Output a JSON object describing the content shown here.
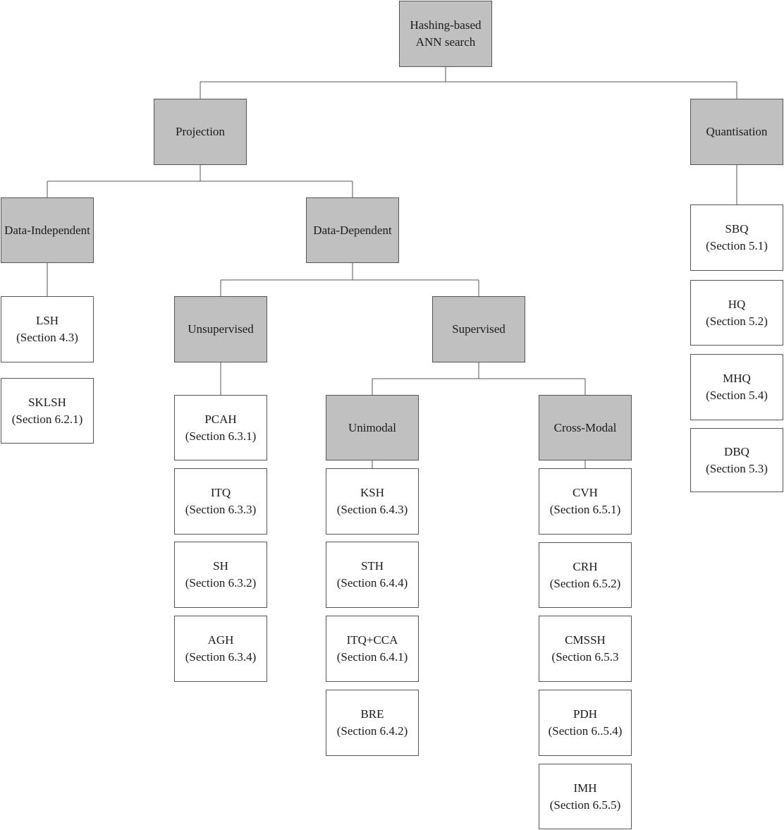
{
  "diagram": {
    "root": {
      "line1": "Hashing-based",
      "line2": "ANN search"
    },
    "branches": {
      "projection": "Projection",
      "quantisation": "Quantisation",
      "data_independent": "Data-Independent",
      "data_dependent": "Data-Dependent",
      "unsupervised": "Unsupervised",
      "supervised": "Supervised",
      "unimodal": "Unimodal",
      "cross_modal": "Cross-Modal"
    },
    "data_independent_methods": [
      {
        "name": "LSH",
        "section": "(Section 4.3)"
      },
      {
        "name": "SKLSH",
        "section": "(Section 6.2.1)"
      }
    ],
    "unsupervised_methods": [
      {
        "name": "PCAH",
        "section": "(Section 6.3.1)"
      },
      {
        "name": "ITQ",
        "section": "(Section 6.3.3)"
      },
      {
        "name": "SH",
        "section": "(Section 6.3.2)"
      },
      {
        "name": "AGH",
        "section": "(Section 6.3.4)"
      }
    ],
    "unimodal_methods": [
      {
        "name": "KSH",
        "section": "(Section 6.4.3)"
      },
      {
        "name": "STH",
        "section": "(Section 6.4.4)"
      },
      {
        "name": "ITQ+CCA",
        "section": "(Section 6.4.1)"
      },
      {
        "name": "BRE",
        "section": "(Section 6.4.2)"
      }
    ],
    "cross_modal_methods": [
      {
        "name": "CVH",
        "section": "(Section 6.5.1)"
      },
      {
        "name": "CRH",
        "section": "(Section 6.5.2)"
      },
      {
        "name": "CMSSH",
        "section": "(Section 6.5.3"
      },
      {
        "name": "PDH",
        "section": "(Section 6..5.4)"
      },
      {
        "name": "IMH",
        "section": "(Section 6.5.5)"
      }
    ],
    "quantisation_methods": [
      {
        "name": "SBQ",
        "section": "(Section 5.1)"
      },
      {
        "name": "HQ",
        "section": "(Section 5.2)"
      },
      {
        "name": "MHQ",
        "section": "(Section 5.4)"
      },
      {
        "name": "DBQ",
        "section": "(Section 5.3)"
      }
    ]
  },
  "colors": {
    "category_fill": "#c0c0c0",
    "leaf_fill": "#ffffff",
    "border": "#555555"
  }
}
